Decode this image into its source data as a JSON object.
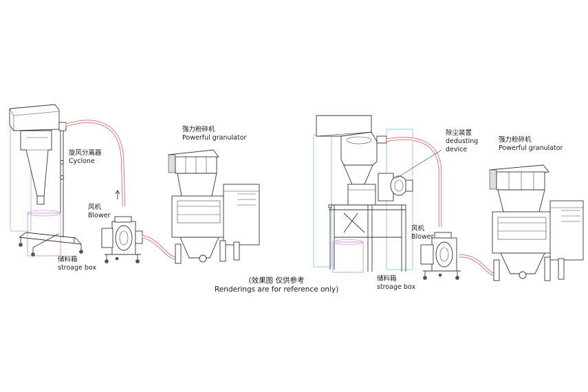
{
  "colors": {
    "pipe_outer": "#e07a7a",
    "pipe_inner": "#f3c4c4",
    "cyclone_outline": "#8fd0d8",
    "storage_outline": "#d49ad8",
    "line": "#333333"
  },
  "icons": [
    "cyclone-icon",
    "blower-icon",
    "granulator-icon",
    "dedusting-device-icon",
    "storage-box-icon",
    "arrow-up-icon"
  ],
  "left": {
    "cyclone_cn": "旋风分离器",
    "cyclone_en": "Cyclone",
    "blower_cn": "风机",
    "blower_en": "Blower",
    "granulator_cn": "强力粉碎机",
    "granulator_en": "Powerful granulator",
    "storage_cn": "储料箱",
    "storage_en": "stroage box"
  },
  "right": {
    "dedusting_cn": "除尘装置",
    "dedusting_en1": "dedusting",
    "dedusting_en2": "device",
    "blower_cn": "风机",
    "blower_en": "Blower",
    "granulator_cn": "强力粉碎机",
    "granulator_en": "Powerful granulator",
    "storage_cn": "储料箱",
    "storage_en": "stroage box"
  },
  "caption": {
    "cn": "(效果图  仅供参考",
    "en": "Renderings are for reference only)"
  }
}
